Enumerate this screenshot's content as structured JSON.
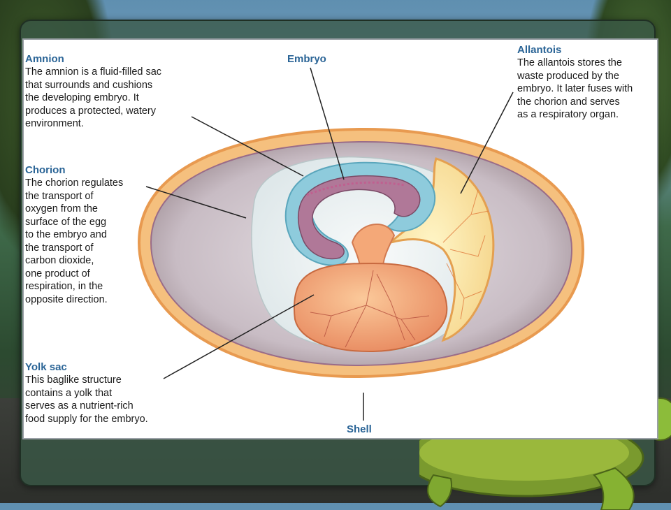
{
  "labels": {
    "amnion": {
      "title": "Amnion",
      "lines": [
        "The amnion is a fluid-filled sac",
        "that surrounds and cushions",
        "the developing embryo. It",
        "produces a protected, watery",
        "environment."
      ]
    },
    "embryo": {
      "title": "Embryo"
    },
    "allantois": {
      "title": "Allantois",
      "lines": [
        "The allantois stores the",
        "waste produced by the",
        "embryo. It later fuses with",
        "the chorion and serves",
        "as a respiratory organ."
      ]
    },
    "chorion": {
      "title": "Chorion",
      "lines": [
        "The chorion regulates",
        "the transport of",
        "oxygen from the",
        "surface of the egg",
        "to the embryo and",
        "the transport of",
        "carbon dioxide,",
        "one product of",
        "respiration, in the",
        "opposite direction."
      ]
    },
    "yolk_sac": {
      "title": "Yolk sac",
      "lines": [
        "This baglike structure",
        "contains a yolk that",
        "serves as a nutrient-rich",
        "food supply for the embryo."
      ]
    },
    "shell": {
      "title": "Shell"
    }
  },
  "colors": {
    "title_blue": "#2a6496",
    "shell_orange": "#f0a860",
    "chorion_gray": "#c8bcc4",
    "amnion_blue": "#8ecbdc",
    "yolk_orange": "#f4a878",
    "embryo_purple": "#b07898"
  }
}
